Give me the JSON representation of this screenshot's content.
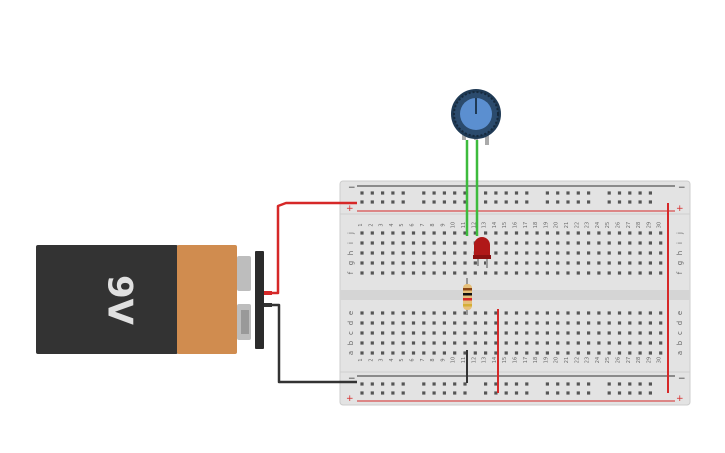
{
  "battery": {
    "label": "9V",
    "body_color": "#333333",
    "cap_color": "#d08c4f",
    "terminal_color": "#2b2b2b"
  },
  "breadboard": {
    "columns": 30,
    "row_letters_top": [
      "j",
      "i",
      "h",
      "g",
      "f"
    ],
    "row_letters_bottom": [
      "e",
      "d",
      "c",
      "b",
      "a"
    ],
    "rail_minus": "−",
    "rail_plus": "+",
    "column_numbers": [
      "1",
      "2",
      "3",
      "4",
      "5",
      "6",
      "7",
      "8",
      "9",
      "10",
      "11",
      "12",
      "13",
      "14",
      "15",
      "16",
      "17",
      "18",
      "19",
      "20",
      "21",
      "22",
      "23",
      "24",
      "25",
      "26",
      "27",
      "28",
      "29",
      "30"
    ],
    "board_color": "#e3e3e3",
    "rail_red": "#d62828",
    "rail_dark": "#333333"
  },
  "components": {
    "potentiometer": {
      "knob_color": "#5b8fd0",
      "lead_color": "#3dbb3d"
    },
    "led": {
      "color": "#b01818"
    },
    "resistor": {
      "color": "#e6c07a"
    }
  },
  "wires": {
    "positive_color": "#d62828",
    "negative_color": "#333333"
  }
}
